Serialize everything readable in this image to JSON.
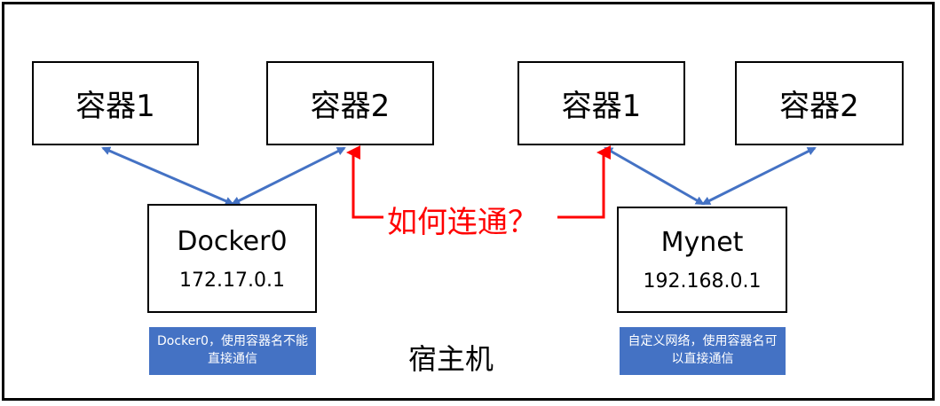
{
  "left_group": {
    "container1": "容器1",
    "container2": "容器2",
    "bridge_name": "Docker0",
    "bridge_ip": "172.17.0.1",
    "note": "Docker0，使用容器名不能直接通信"
  },
  "right_group": {
    "container1": "容器1",
    "container2": "容器2",
    "bridge_name": "Mynet",
    "bridge_ip": "192.168.0.1",
    "note": "自定义网络，使用容器名可以直接通信"
  },
  "center": {
    "question": "如何连通？",
    "host_label": "宿主机"
  },
  "colors": {
    "connector_arrow": "#4472c4",
    "question_arrow": "#ff0000",
    "note_background": "#4472c4"
  }
}
